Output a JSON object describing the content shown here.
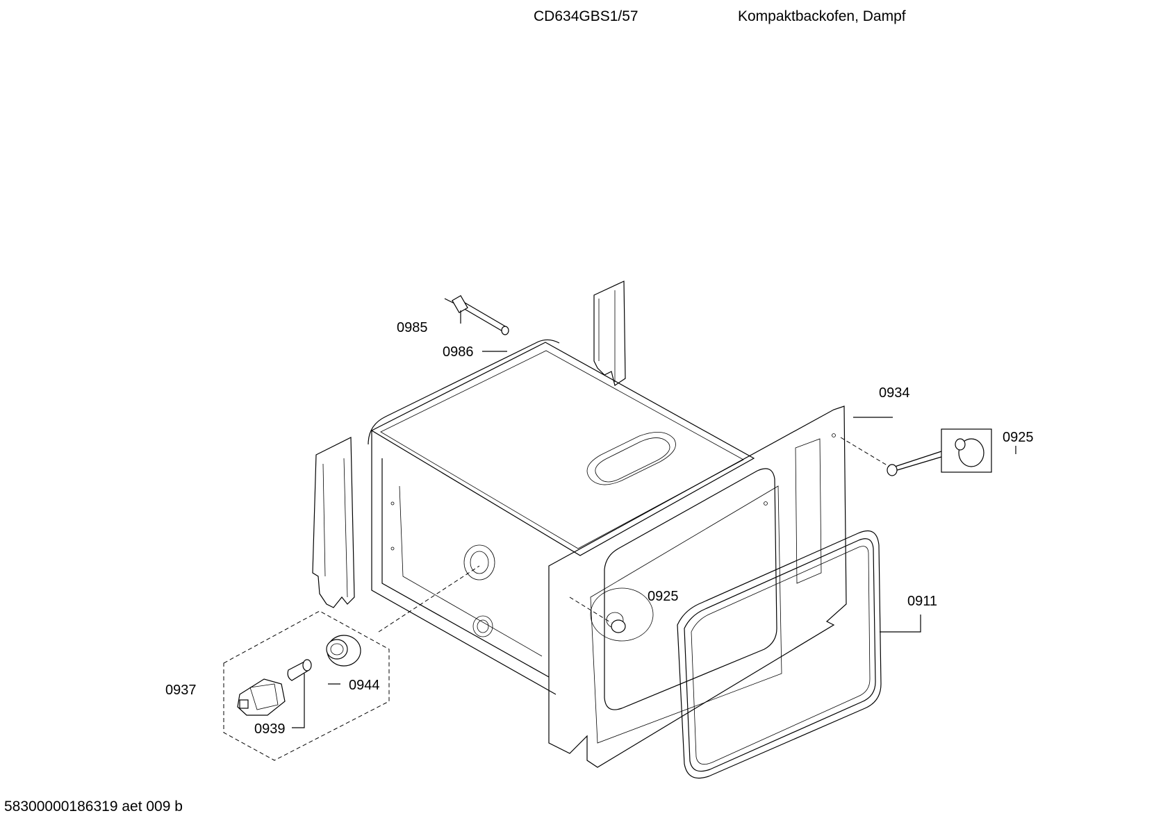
{
  "header": {
    "model": "CD634GBS1/57",
    "description": "Kompaktbackofen, Dampf"
  },
  "footer": {
    "code": "58300000186319 aet 009 b"
  },
  "callouts": {
    "c0985": "0985",
    "c0986": "0986",
    "c0934": "0934",
    "c0925a": "0925",
    "c0925b": "0925",
    "c0911": "0911",
    "c0937": "0937",
    "c0944": "0944",
    "c0939": "0939"
  }
}
